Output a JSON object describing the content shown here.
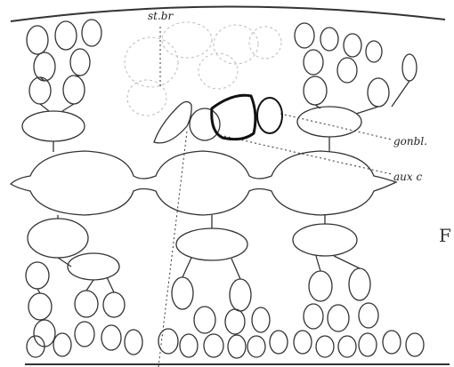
{
  "figure": {
    "labels": {
      "st_br": "st.br",
      "gonbl": "gonbl.",
      "aux_c": "aux c",
      "edge_letter": "F"
    }
  }
}
